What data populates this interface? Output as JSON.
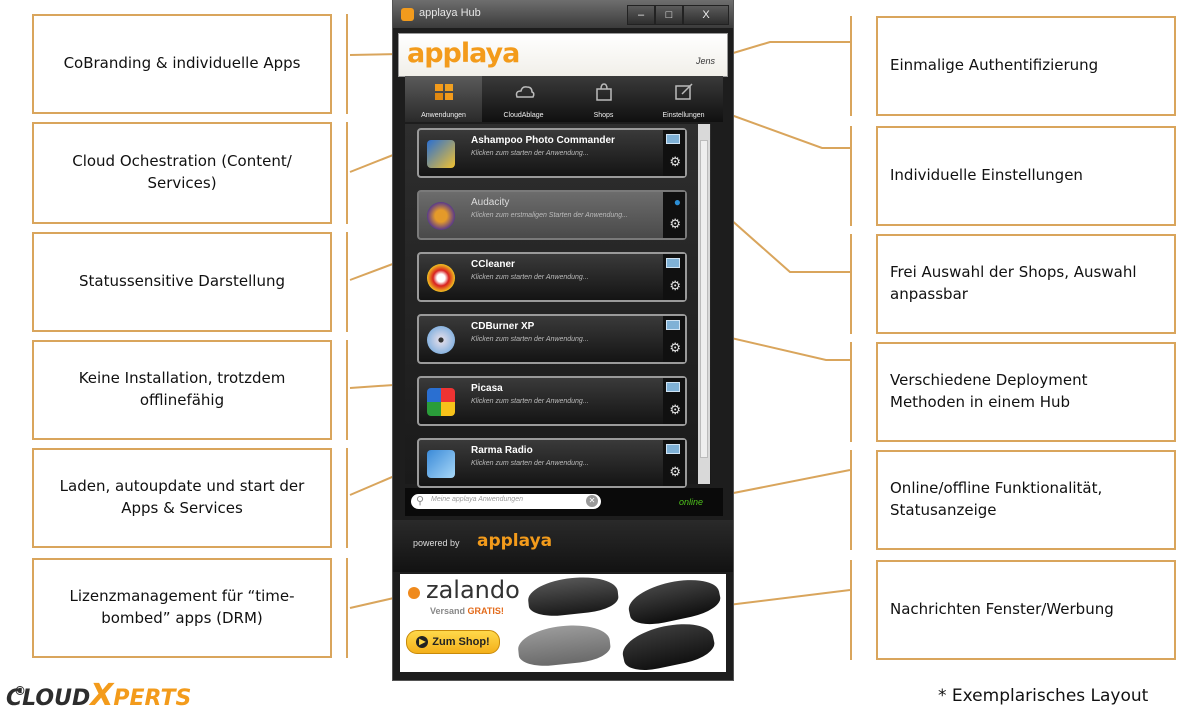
{
  "window": {
    "title": "applaya Hub",
    "buttons": {
      "minimize": "–",
      "maximize": "□",
      "close": "X"
    },
    "brand_logo": "applaya",
    "user": "Jens",
    "nav": [
      {
        "label": "Anwendungen",
        "icon": "folders-icon"
      },
      {
        "label": "CloudAblage",
        "icon": "cloud-storage-icon"
      },
      {
        "label": "Shops",
        "icon": "shopping-bag-icon"
      },
      {
        "label": "Einstellungen",
        "icon": "edit-icon"
      }
    ],
    "apps": [
      {
        "name": "Ashampoo Photo Commander",
        "hint": "Klicken zum starten der Anwendung..."
      },
      {
        "name": "Audacity",
        "hint": "Klicken zum erstmaligen Starten der Anwendung..."
      },
      {
        "name": "CCleaner",
        "hint": "Klicken zum starten der Anwendung..."
      },
      {
        "name": "CDBurner XP",
        "hint": "Klicken zum starten der Anwendung..."
      },
      {
        "name": "Picasa",
        "hint": "Klicken zum starten der Anwendung..."
      },
      {
        "name": "Rarma Radio",
        "hint": "Klicken zum starten der Anwendung..."
      }
    ],
    "search_placeholder": "Meine applaya Anwendungen",
    "status": "online",
    "powered_by": "powered by",
    "powered_logo": "applaya",
    "ad": {
      "brand": "zalando",
      "tag1": "Versand",
      "tag2": "GRATIS!",
      "button": "Zum Shop!"
    }
  },
  "callouts_left": [
    "CoBranding & individuelle Apps",
    "Cloud Ochestration (Content/ Services)",
    "Statussensitive Darstellung",
    "Keine Installation, trotzdem offlinefähig",
    "Laden, autoupdate und start der Apps & Services",
    "Lizenzmanagement  für “time-bombed” apps (DRM)"
  ],
  "callouts_right": [
    "Einmalige Authentifizierung",
    "Individuelle Einstellungen",
    "Frei Auswahl der Shops, Auswahl anpassbar",
    "Verschiedene Deployment Methoden in einem Hub",
    "Online/offline Funktionalität, Statusanzeige",
    "Nachrichten Fenster/Werbung"
  ],
  "footer": {
    "logo_a": "CLOUD",
    "logo_x": "X",
    "logo_b": "PERTS",
    "copyright": "©",
    "note": "* Exemplarisches Layout"
  },
  "colors": {
    "accent": "#d9a55c",
    "brand": "#f39b1b",
    "online": "#4ec21c"
  }
}
